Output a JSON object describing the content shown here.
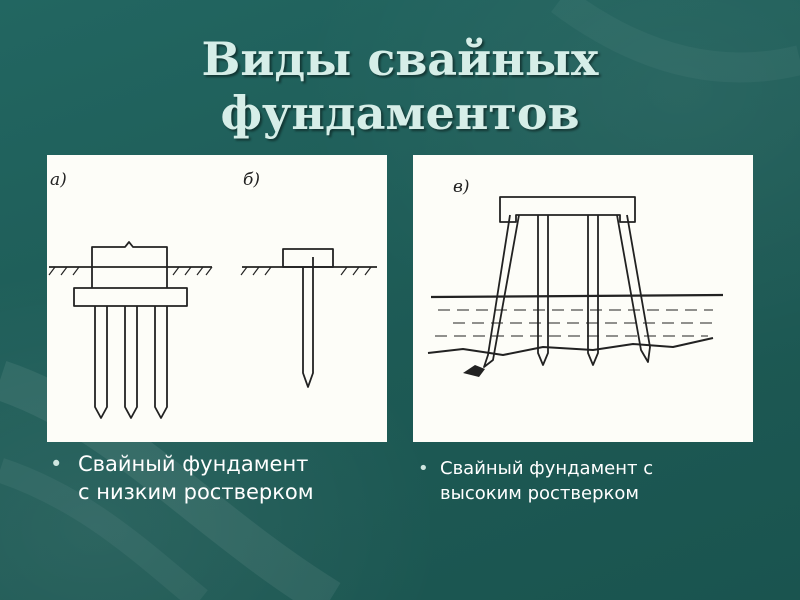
{
  "title": {
    "line1": "Виды свайных",
    "line2": "фундаментов"
  },
  "left_panel": {
    "label_a": "а)",
    "label_b": "б)"
  },
  "right_panel": {
    "label_v": "в)"
  },
  "captions": {
    "left": {
      "line1": "Свайный фундамент",
      "line2": "с низким ростверком"
    },
    "right": {
      "line1": "Свайный фундамент с",
      "line2": "высоким ростверком"
    }
  },
  "colors": {
    "background": "#1f5f5a",
    "title": "#d6eee8",
    "panel": "#fdfdf8",
    "ink": "#222222"
  }
}
